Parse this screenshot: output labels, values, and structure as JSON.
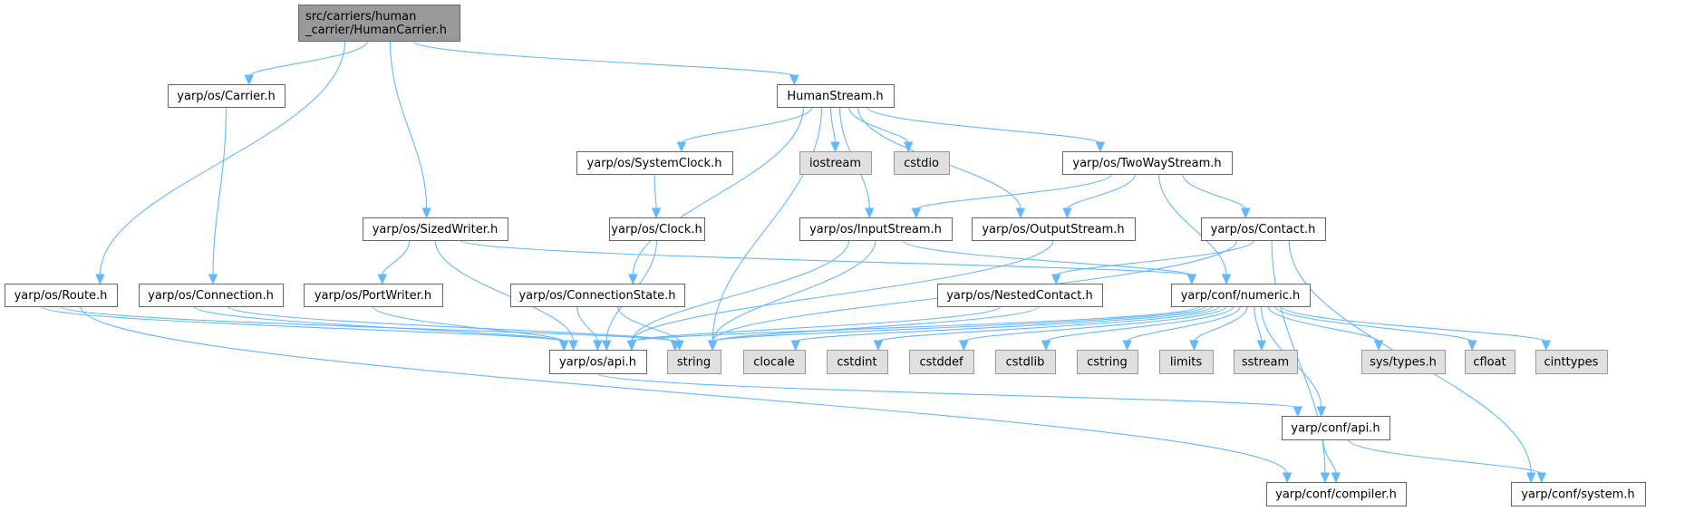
{
  "diagram": {
    "type": "include-dependency-graph",
    "root": "src/carriers/human_carrier/HumanCarrier.h",
    "colors": {
      "edge": "#63b8ff",
      "root_fill": "#999999",
      "normal_fill": "#ffffff",
      "external_fill": "#e0e0e0"
    },
    "nodes": [
      {
        "id": "root",
        "label_lines": [
          "src/carriers/human",
          "_carrier/HumanCarrier.h"
        ],
        "kind": "root"
      },
      {
        "id": "carrier",
        "label_lines": [
          "yarp/os/Carrier.h"
        ],
        "kind": "normal"
      },
      {
        "id": "humanstream",
        "label_lines": [
          "HumanStream.h"
        ],
        "kind": "normal"
      },
      {
        "id": "sizedwriter",
        "label_lines": [
          "yarp/os/SizedWriter.h"
        ],
        "kind": "normal"
      },
      {
        "id": "route",
        "label_lines": [
          "yarp/os/Route.h"
        ],
        "kind": "normal"
      },
      {
        "id": "connection",
        "label_lines": [
          "yarp/os/Connection.h"
        ],
        "kind": "normal"
      },
      {
        "id": "portwriter",
        "label_lines": [
          "yarp/os/PortWriter.h"
        ],
        "kind": "normal"
      },
      {
        "id": "systemclock",
        "label_lines": [
          "yarp/os/SystemClock.h"
        ],
        "kind": "normal"
      },
      {
        "id": "clock",
        "label_lines": [
          "yarp/os/Clock.h"
        ],
        "kind": "normal"
      },
      {
        "id": "iostream",
        "label_lines": [
          "iostream"
        ],
        "kind": "external"
      },
      {
        "id": "cstdio",
        "label_lines": [
          "cstdio"
        ],
        "kind": "external"
      },
      {
        "id": "twowaystream",
        "label_lines": [
          "yarp/os/TwoWayStream.h"
        ],
        "kind": "normal"
      },
      {
        "id": "inputstream",
        "label_lines": [
          "yarp/os/InputStream.h"
        ],
        "kind": "normal"
      },
      {
        "id": "outputstream",
        "label_lines": [
          "yarp/os/OutputStream.h"
        ],
        "kind": "normal"
      },
      {
        "id": "contact",
        "label_lines": [
          "yarp/os/Contact.h"
        ],
        "kind": "normal"
      },
      {
        "id": "connectionstate",
        "label_lines": [
          "yarp/os/ConnectionState.h"
        ],
        "kind": "normal"
      },
      {
        "id": "nestedcontact",
        "label_lines": [
          "yarp/os/NestedContact.h"
        ],
        "kind": "normal"
      },
      {
        "id": "numeric",
        "label_lines": [
          "yarp/conf/numeric.h"
        ],
        "kind": "normal"
      },
      {
        "id": "osapi",
        "label_lines": [
          "yarp/os/api.h"
        ],
        "kind": "normal"
      },
      {
        "id": "string",
        "label_lines": [
          "string"
        ],
        "kind": "external"
      },
      {
        "id": "clocale",
        "label_lines": [
          "clocale"
        ],
        "kind": "external"
      },
      {
        "id": "cstdint",
        "label_lines": [
          "cstdint"
        ],
        "kind": "external"
      },
      {
        "id": "cstddef",
        "label_lines": [
          "cstddef"
        ],
        "kind": "external"
      },
      {
        "id": "cstdlib",
        "label_lines": [
          "cstdlib"
        ],
        "kind": "external"
      },
      {
        "id": "cstring",
        "label_lines": [
          "cstring"
        ],
        "kind": "external"
      },
      {
        "id": "limits",
        "label_lines": [
          "limits"
        ],
        "kind": "external"
      },
      {
        "id": "sstream",
        "label_lines": [
          "sstream"
        ],
        "kind": "external"
      },
      {
        "id": "systypes",
        "label_lines": [
          "sys/types.h"
        ],
        "kind": "external"
      },
      {
        "id": "cfloat",
        "label_lines": [
          "cfloat"
        ],
        "kind": "external"
      },
      {
        "id": "cinttypes",
        "label_lines": [
          "cinttypes"
        ],
        "kind": "external"
      },
      {
        "id": "confapi",
        "label_lines": [
          "yarp/conf/api.h"
        ],
        "kind": "normal"
      },
      {
        "id": "compiler",
        "label_lines": [
          "yarp/conf/compiler.h"
        ],
        "kind": "normal"
      },
      {
        "id": "system",
        "label_lines": [
          "yarp/conf/system.h"
        ],
        "kind": "normal"
      }
    ],
    "edges": [
      [
        "root",
        "carrier"
      ],
      [
        "root",
        "humanstream"
      ],
      [
        "root",
        "sizedwriter"
      ],
      [
        "root",
        "route"
      ],
      [
        "carrier",
        "connection"
      ],
      [
        "humanstream",
        "systemclock"
      ],
      [
        "humanstream",
        "iostream"
      ],
      [
        "humanstream",
        "cstdio"
      ],
      [
        "humanstream",
        "twowaystream"
      ],
      [
        "humanstream",
        "inputstream"
      ],
      [
        "humanstream",
        "outputstream"
      ],
      [
        "humanstream",
        "connectionstate"
      ],
      [
        "humanstream",
        "string"
      ],
      [
        "sizedwriter",
        "portwriter"
      ],
      [
        "sizedwriter",
        "osapi"
      ],
      [
        "sizedwriter",
        "numeric"
      ],
      [
        "route",
        "osapi"
      ],
      [
        "route",
        "string"
      ],
      [
        "route",
        "compiler"
      ],
      [
        "connection",
        "osapi"
      ],
      [
        "connection",
        "string"
      ],
      [
        "portwriter",
        "osapi"
      ],
      [
        "systemclock",
        "clock"
      ],
      [
        "clock",
        "osapi"
      ],
      [
        "twowaystream",
        "inputstream"
      ],
      [
        "twowaystream",
        "outputstream"
      ],
      [
        "twowaystream",
        "contact"
      ],
      [
        "twowaystream",
        "numeric"
      ],
      [
        "inputstream",
        "osapi"
      ],
      [
        "inputstream",
        "string"
      ],
      [
        "inputstream",
        "numeric"
      ],
      [
        "outputstream",
        "osapi"
      ],
      [
        "contact",
        "nestedcontact"
      ],
      [
        "contact",
        "string"
      ],
      [
        "contact",
        "compiler"
      ],
      [
        "contact",
        "system"
      ],
      [
        "connectionstate",
        "osapi"
      ],
      [
        "connectionstate",
        "string"
      ],
      [
        "nestedcontact",
        "osapi"
      ],
      [
        "nestedcontact",
        "string"
      ],
      [
        "numeric",
        "osapi"
      ],
      [
        "numeric",
        "string"
      ],
      [
        "numeric",
        "clocale"
      ],
      [
        "numeric",
        "cstdint"
      ],
      [
        "numeric",
        "cstddef"
      ],
      [
        "numeric",
        "cstdlib"
      ],
      [
        "numeric",
        "cstring"
      ],
      [
        "numeric",
        "limits"
      ],
      [
        "numeric",
        "sstream"
      ],
      [
        "numeric",
        "systypes"
      ],
      [
        "numeric",
        "cfloat"
      ],
      [
        "numeric",
        "cinttypes"
      ],
      [
        "numeric",
        "confapi"
      ],
      [
        "osapi",
        "confapi"
      ],
      [
        "confapi",
        "compiler"
      ],
      [
        "confapi",
        "system"
      ]
    ]
  }
}
